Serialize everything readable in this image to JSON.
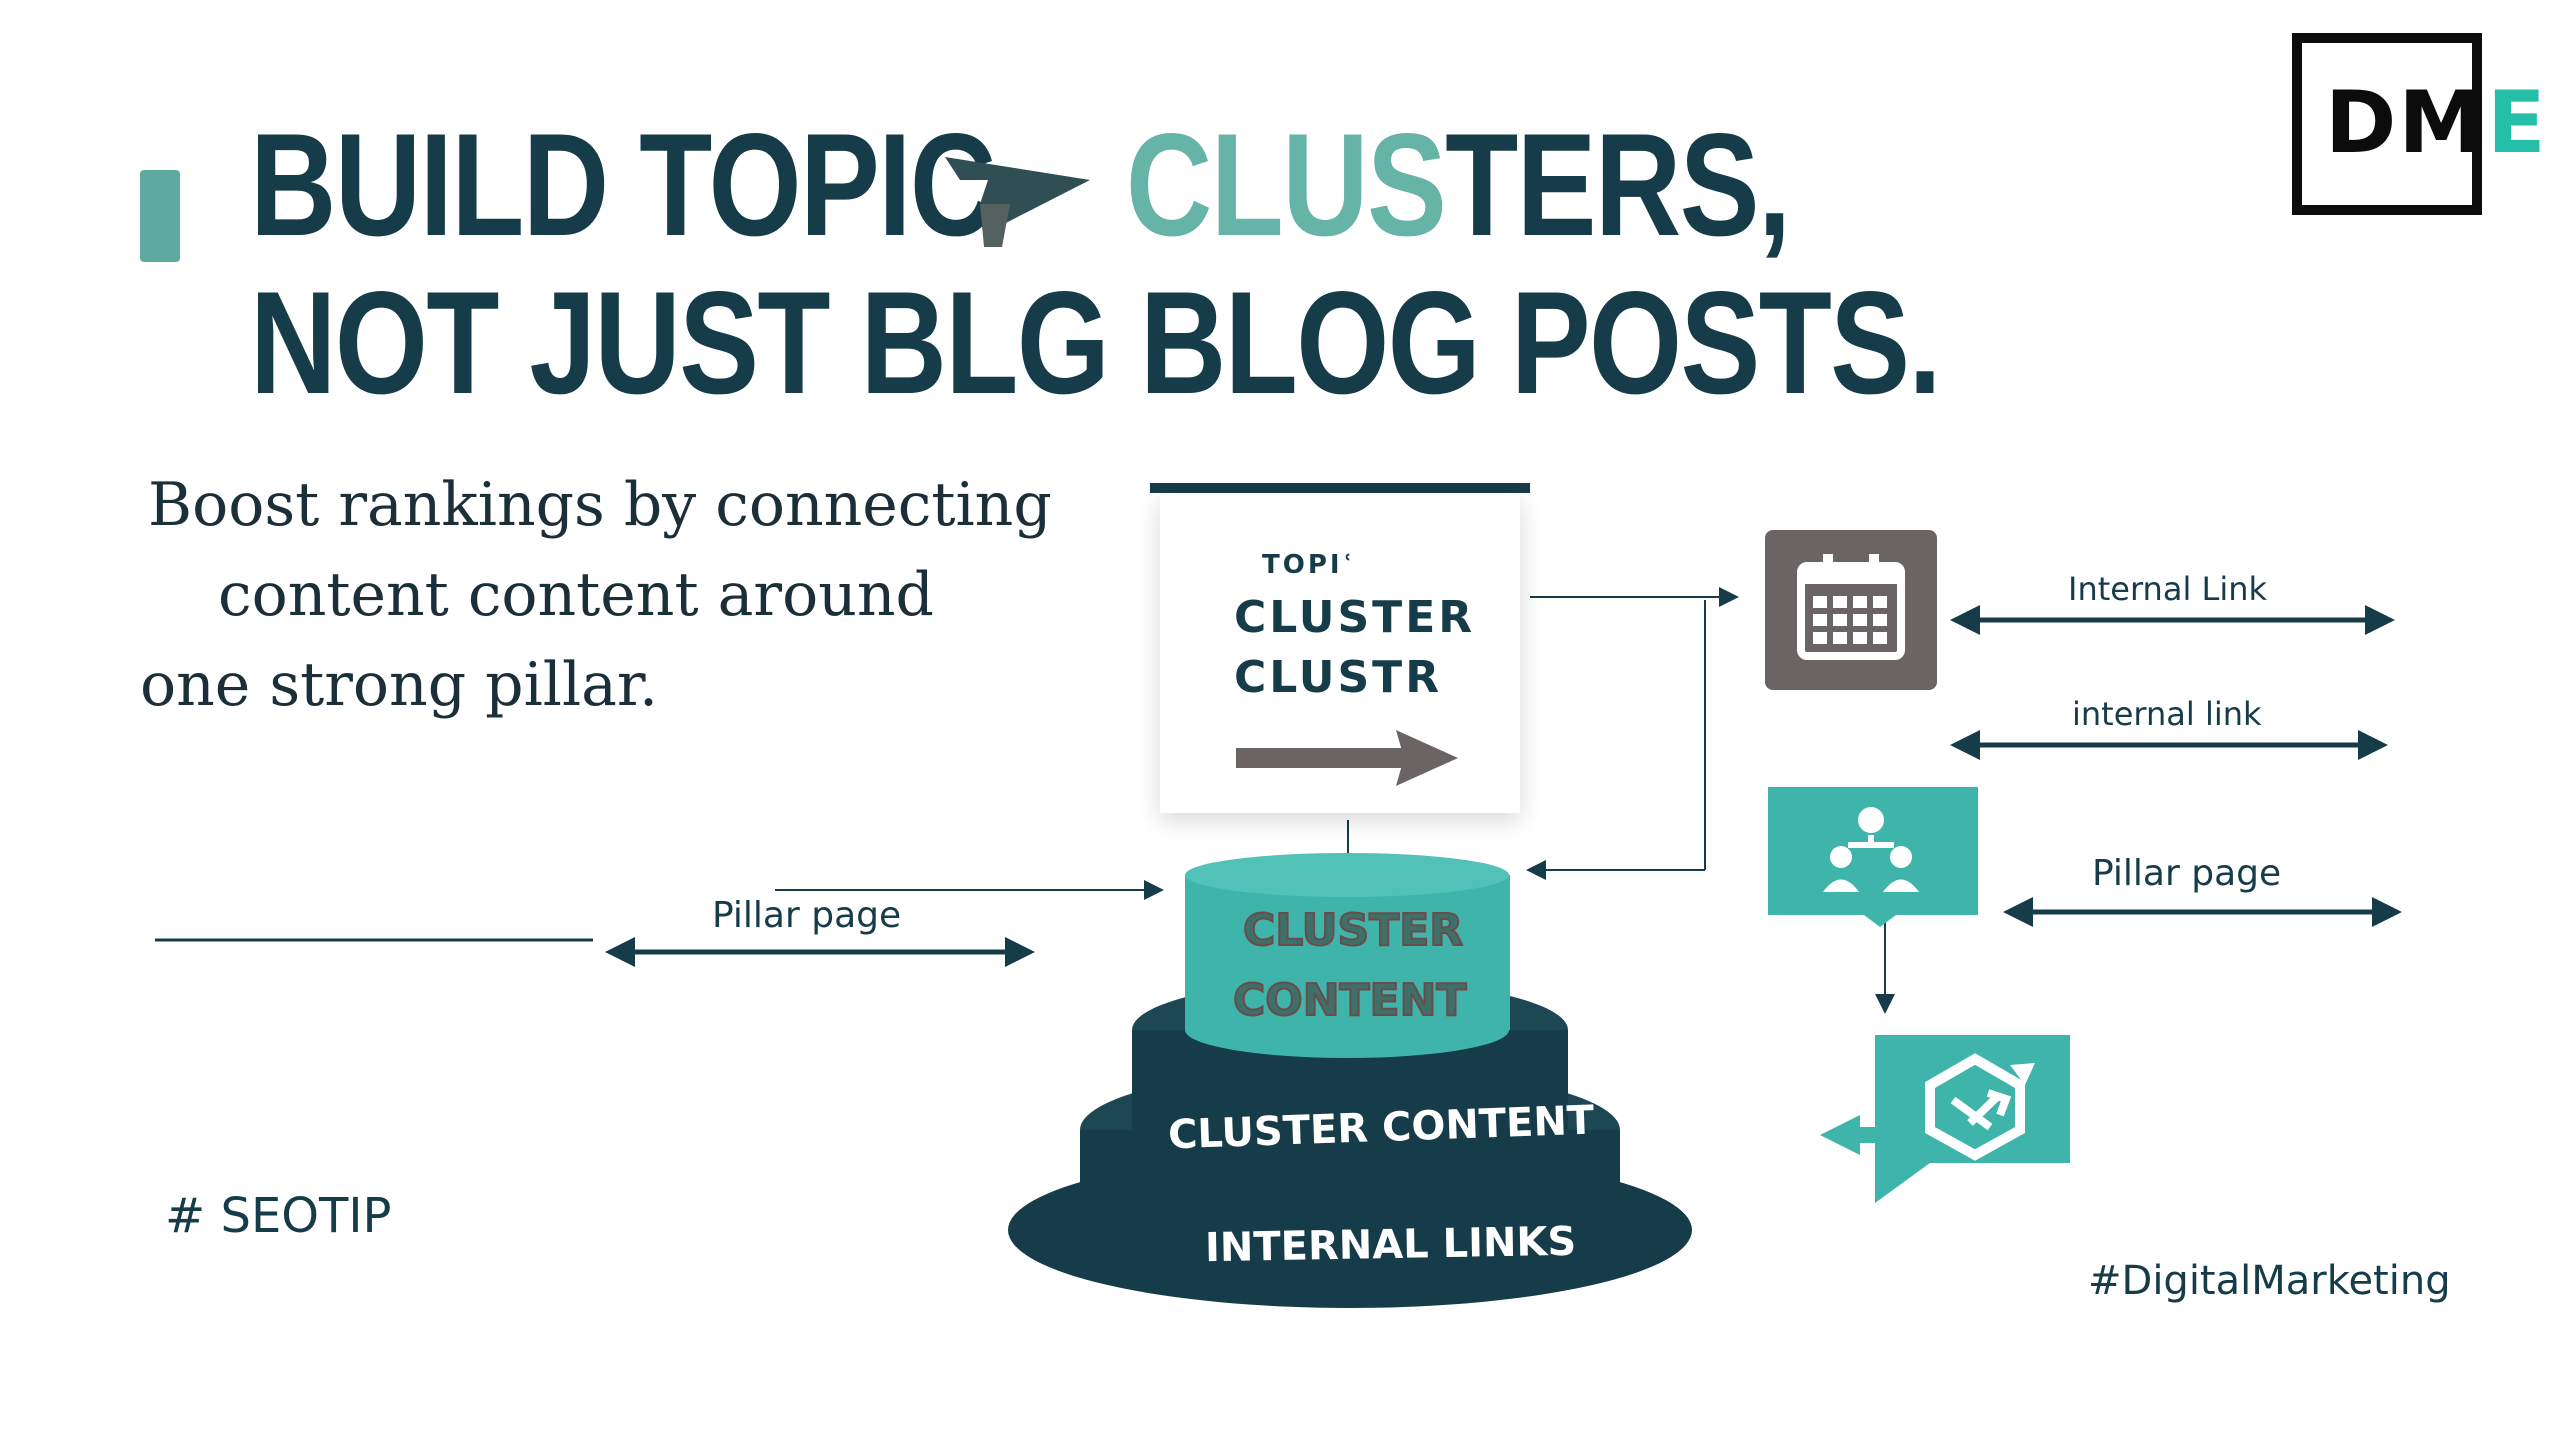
{
  "logo": {
    "letters": "DM",
    "accent_letter": "E"
  },
  "headline": {
    "line1_a": "BUILD TOPIC",
    "line1_b": "CLUS",
    "line1_c": "TERS,",
    "line2": "NOT JUST BLG BLOG POSTS."
  },
  "subtitle": {
    "line1": "Boost rankings by connecting",
    "line2": "content content around",
    "line3": "one strong pillar."
  },
  "card": {
    "small_label": "TOPIʿ",
    "line1": "CLUSTER",
    "line2": "CLUSTR"
  },
  "stack": {
    "top_line1": "CLUSTER",
    "top_line2": "CONTENT",
    "middle": "CLUSTER CONTENT",
    "bottom": "INTERNAL LINKS"
  },
  "links": {
    "left_pillar": "Pillar  page",
    "internal_link_1": "Internal Link",
    "internal_link_2": "internal link",
    "right_pillar": "Pillar page"
  },
  "hashtags": {
    "seo": "# SEOTIP",
    "digital": "#DigitalMarketing"
  },
  "colors": {
    "navy": "#163c49",
    "teal": "#3fb4ab",
    "headline_teal": "#66b3a8",
    "grey": "#6b6464",
    "logo_accent": "#25bfa9"
  },
  "icons": [
    "calendar-icon",
    "hierarchy-icon",
    "refresh-share-icon",
    "arrow-right-icon"
  ]
}
